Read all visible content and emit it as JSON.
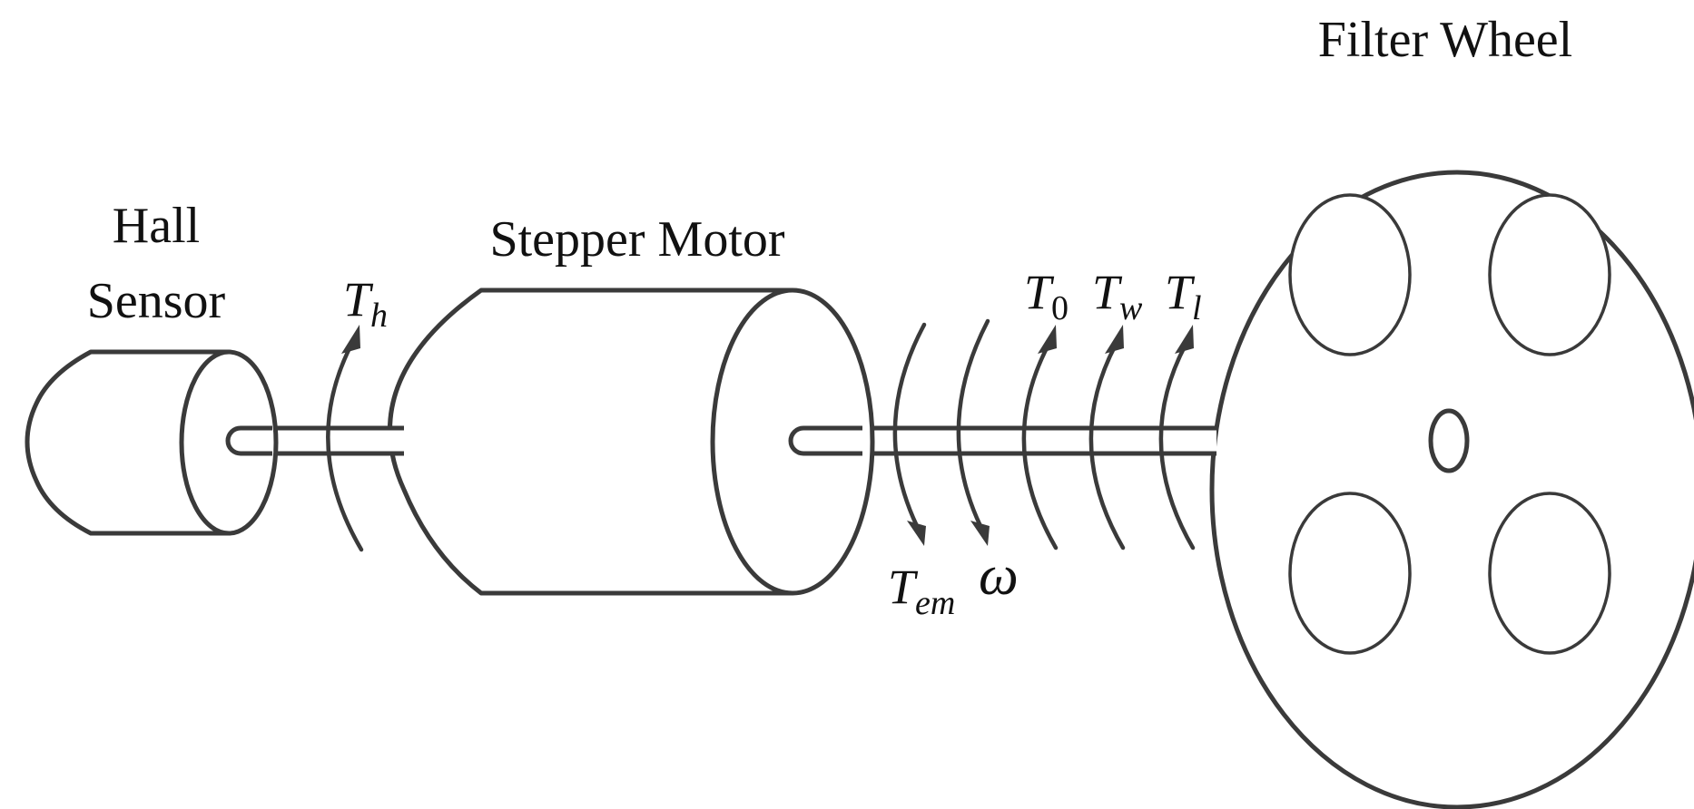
{
  "labels": {
    "hall_sensor_line1": "Hall",
    "hall_sensor_line2": "Sensor",
    "stepper_motor": "Stepper Motor",
    "filter_wheel": "Filter Wheel"
  },
  "symbols": {
    "th": {
      "base": "T",
      "sub": "h"
    },
    "tem": {
      "base": "T",
      "sub": "em"
    },
    "omega": {
      "base": "ω",
      "sub": ""
    },
    "t0": {
      "base": "T",
      "sub": "0"
    },
    "tw": {
      "base": "T",
      "sub": "w"
    },
    "tl": {
      "base": "T",
      "sub": "l"
    }
  },
  "colors": {
    "stroke": "#3a3a3a",
    "text": "#111111",
    "background": "#ffffff"
  }
}
